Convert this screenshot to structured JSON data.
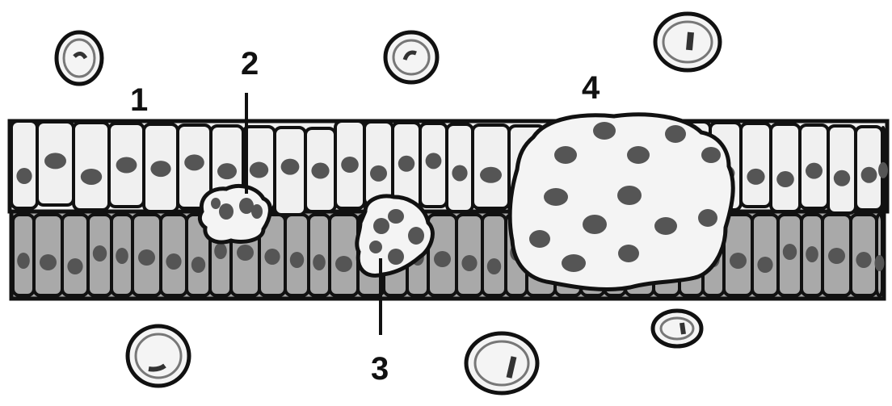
{
  "labels": {
    "one": "1",
    "two": "2",
    "three": "3",
    "four": "4"
  },
  "colors": {
    "outline": "#111111",
    "upper_cell": "#f0f0f0",
    "lower_cell": "#a9a9a9",
    "nucleus": "#555555",
    "mass": "#f2f2f2"
  }
}
